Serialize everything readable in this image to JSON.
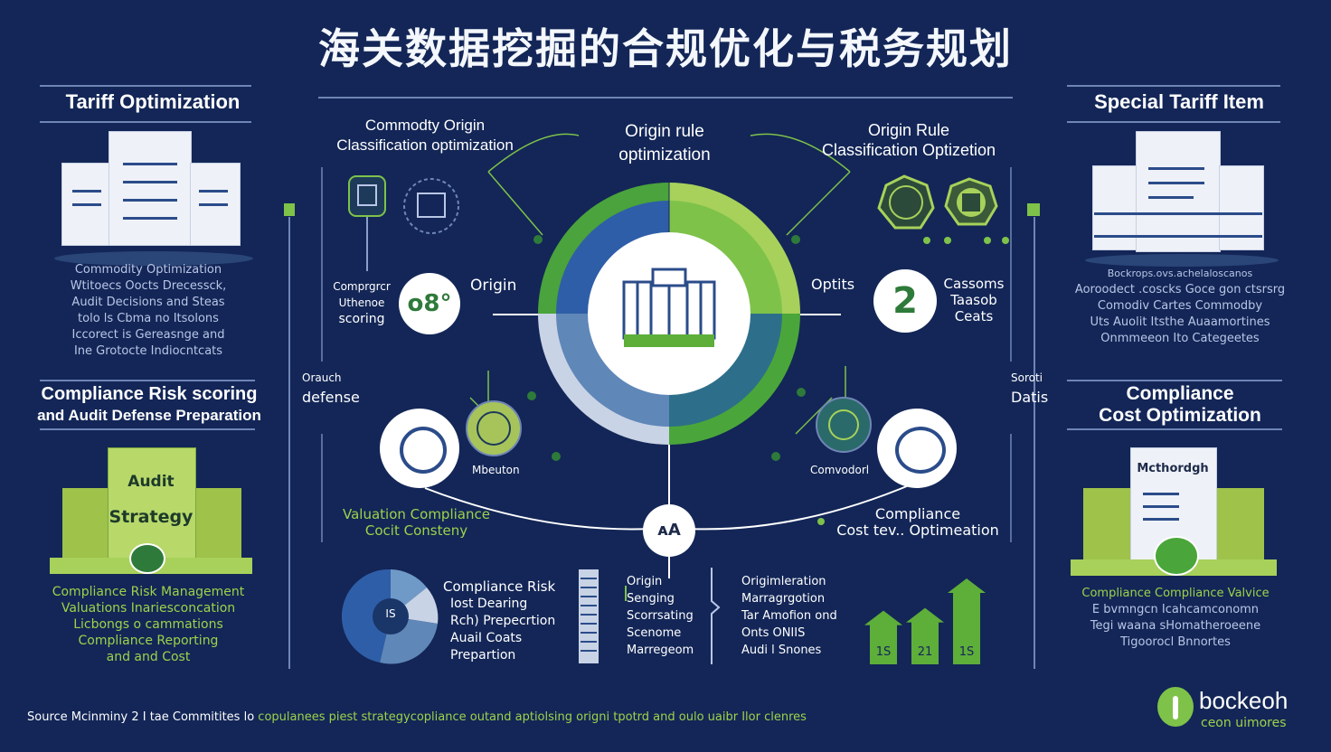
{
  "title": "海关数据挖掘的合规优化与税务规划",
  "left_top": {
    "heading": "Tariff Optimization",
    "lines": [
      "Commodity Optimization",
      "Wtitoecs Oocts Drecessck,",
      "Audit Decisions and Steas",
      "tolo  ls  Cbma no Itsolons",
      "Iccorect  is  Gereasnge and",
      "Ine Grotocte Indiocntcats"
    ]
  },
  "left_bottom": {
    "heading_line1": "Compliance Risk scoring",
    "heading_line2": "and Audit Defense Preparation",
    "card_label1": "Audit",
    "card_label2": "Strategy",
    "lines": [
      "Compliance Risk Management",
      "Valuations Inariesconcation",
      "Licbongs o cammations",
      "Compliance Reporting",
      "and and Cost"
    ]
  },
  "right_top": {
    "heading": "Special Tariff Item",
    "lines": [
      "Bockrops.ovs.achelaloscanos",
      "Aoroodect .coscks  Goce gon ctsrsrg",
      "Comodiv Cartes  Commodby",
      "Uts Auolit  Itsthe Auaamortines",
      "Onmmeeon  Ito Categeetes"
    ]
  },
  "right_bottom": {
    "heading_line1": "Compliance",
    "heading_line2": "Cost Optimization",
    "card_label": "Mcthordgh",
    "lines": [
      "Compliance Compliance Valvice",
      "E bvmngcn  Icahcamconomn",
      "Tegi waana  sHomatheroeene",
      "Tigoorocl Bnnortes"
    ]
  },
  "center": {
    "label_tl_line1": "Commodty Origin",
    "label_tl_line2": "Classification optimization",
    "label_top_line1": "Origin rule",
    "label_top_line2": "optimization",
    "label_tr_line1": "Origin Rule",
    "label_tr_line2": "Classification Optizetion",
    "left_side_line1": "Comprgrcr",
    "left_side_line2": "Uthenoe",
    "left_side_line3": "scoring",
    "score_circle": "o8°",
    "origin": "Origin",
    "optits": "Optits",
    "number_circle": "2",
    "customs_line1": "Cassoms",
    "customs_line2": "Taasob",
    "customs_line3": "Ceats",
    "left_mid_line1": "Orauch",
    "left_mid_line2": "defense",
    "right_mid_line1": "Soroti",
    "right_mid_line2": "Datis",
    "mbeuton": "Mbeuton",
    "comvodorl": "Comvodorl",
    "valuation_line1": "Valuation Compliance",
    "valuation_line2": "Cocit Consteny",
    "compliance_line1": "Compliance",
    "compliance_line2": "Cost tev.. Optimeation",
    "bottom_node": "ᴀA",
    "pie_label": "IS",
    "pie_text": [
      "Compliance Risk",
      "Iost Dearing",
      "Rch) Prepecrtion",
      "AuaiI Coats",
      "Prepartion"
    ],
    "mid_text": [
      "Origin",
      "Senging",
      "Scorrsating",
      "Scenome",
      "Marregeom"
    ],
    "right_text": [
      "Origimleration",
      "Marragrgotion",
      "Tar Amofion ond",
      "Onts ONIIS",
      "Audi l Snones"
    ],
    "bar_labels": [
      "1S",
      "21",
      "1S"
    ]
  },
  "chart_data": {
    "type": "bar",
    "categories": [
      "1S",
      "21",
      "1S"
    ],
    "values": [
      2,
      2.1,
      3.2
    ],
    "title": "",
    "xlabel": "",
    "ylabel": ""
  },
  "footer": {
    "source_prefix": "Source Mcinminy 2 I tae Commitites lo",
    "source_rest": "copulanees piest strategycopliance outand aptiolsing origni tpotrd and oulo uaibr Ilor clenres",
    "brand_name": "bockeoh",
    "brand_sub": "ceon uimores"
  },
  "colors": {
    "background": "#132657",
    "accent_green": "#7ec24a",
    "light_green": "#a7d15a",
    "accent_blue": "#2f5ea8",
    "line": "#6f86b5"
  }
}
